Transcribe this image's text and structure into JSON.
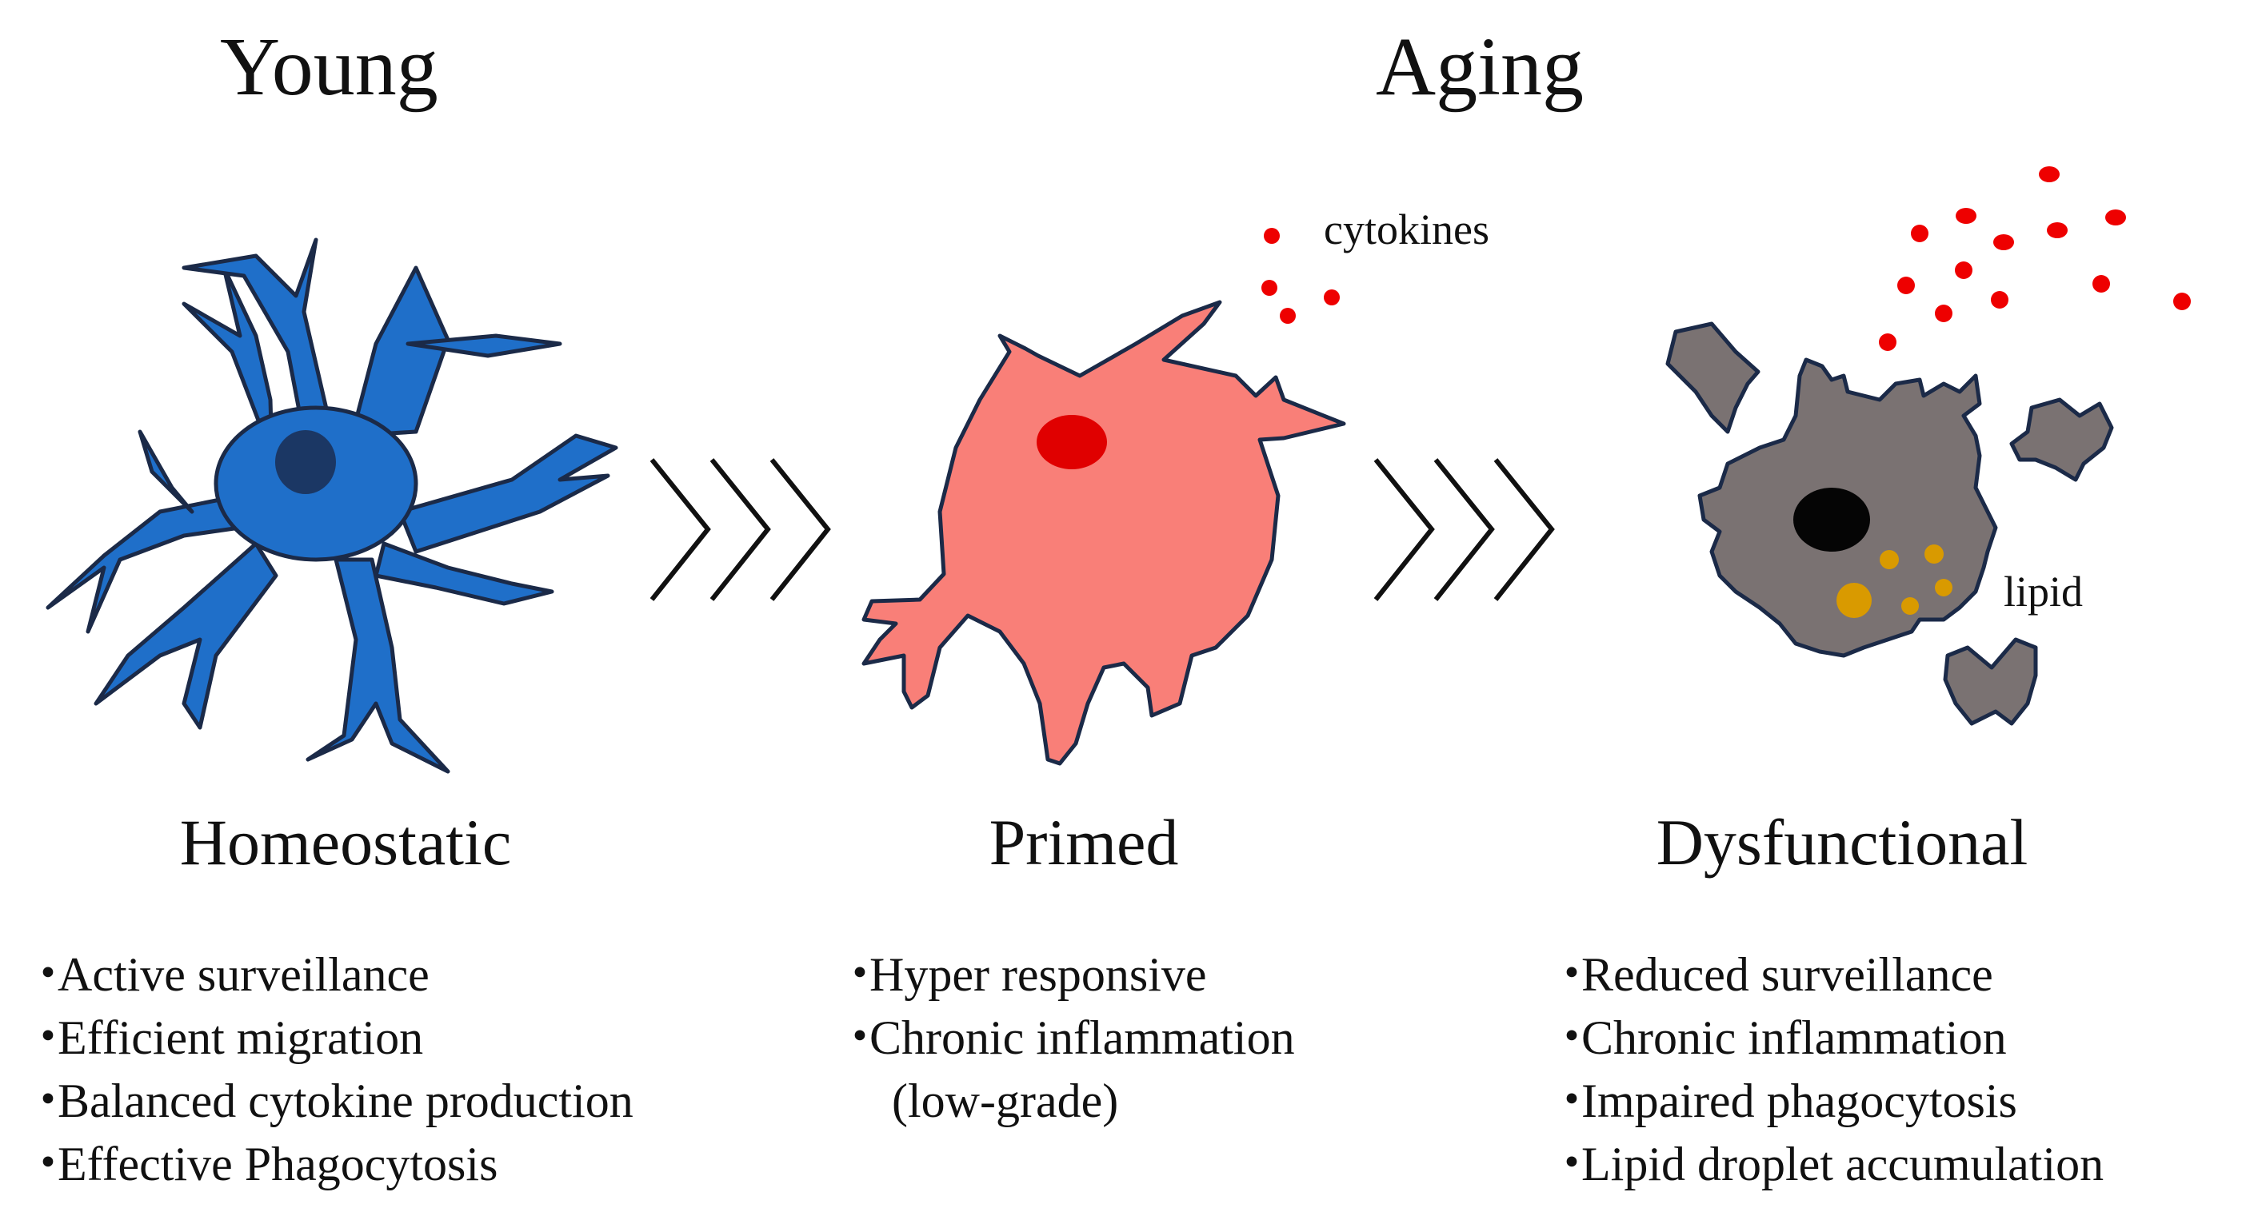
{
  "headers": {
    "young": "Young",
    "aging": "Aging"
  },
  "stages": [
    {
      "label": "Homeostatic",
      "fill": "#1f6fc9",
      "nucleus": "#1b3764",
      "traits": [
        "Active surveillance",
        "Efficient migration",
        "Balanced cytokine production",
        "Effective Phagocytosis"
      ]
    },
    {
      "label": "Primed",
      "fill": "#f97f78",
      "nucleus": "#e00000",
      "traits": [
        "Hyper responsive",
        "Chronic inflammation"
      ],
      "trait_continuation": "(low-grade)"
    },
    {
      "label": "Dysfunctional",
      "fill": "#7a7272",
      "nucleus": "#050505",
      "traits": [
        "Reduced surveillance",
        "Chronic inflammation",
        "Impaired phagocytosis",
        "Lipid droplet accumulation"
      ]
    }
  ],
  "callouts": {
    "cytokines": "cytokines",
    "lipid": "lipid"
  },
  "bullet_glyph": "・",
  "colors": {
    "outline": "#1b2a48",
    "cytokine_dot": "#ee0000",
    "lipid_droplet": "#d99a00",
    "arrow": "#111111"
  }
}
